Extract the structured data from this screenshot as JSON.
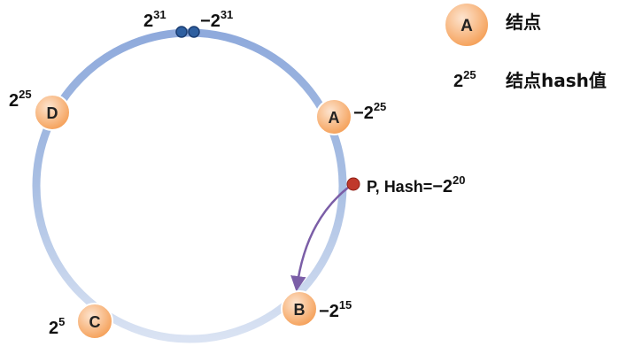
{
  "ring": {
    "color_top": "#8faadc",
    "color_bottom": "#dae3f3"
  },
  "markers": {
    "top_left": {
      "base": "2",
      "exp": "31"
    },
    "top_right": {
      "prefix": "−",
      "base": "2",
      "exp": "31"
    },
    "color": "#2e5fa0"
  },
  "nodes": [
    {
      "id": "A",
      "label": "A",
      "value": {
        "prefix": "−",
        "base": "2",
        "exp": "25"
      }
    },
    {
      "id": "B",
      "label": "B",
      "value": {
        "prefix": "−",
        "base": "2",
        "exp": "15"
      }
    },
    {
      "id": "C",
      "label": "C",
      "value": {
        "prefix": "",
        "base": "2",
        "exp": "5"
      }
    },
    {
      "id": "D",
      "label": "D",
      "value": {
        "prefix": "",
        "base": "2",
        "exp": "25"
      }
    }
  ],
  "point": {
    "label": "P, Hash=",
    "value": {
      "prefix": "−",
      "base": "2",
      "exp": "20"
    },
    "color": "#c0392b",
    "arrow_color": "#7b5ea7"
  },
  "legend": {
    "node_sample": "A",
    "node_text": "结点",
    "hash_sample": {
      "base": "2",
      "exp": "25"
    },
    "hash_text": "结点hash值"
  },
  "colors": {
    "node_fill_inner": "#fde4cf",
    "node_fill_outer": "#f5a15a",
    "node_stroke": "#ffffff"
  }
}
